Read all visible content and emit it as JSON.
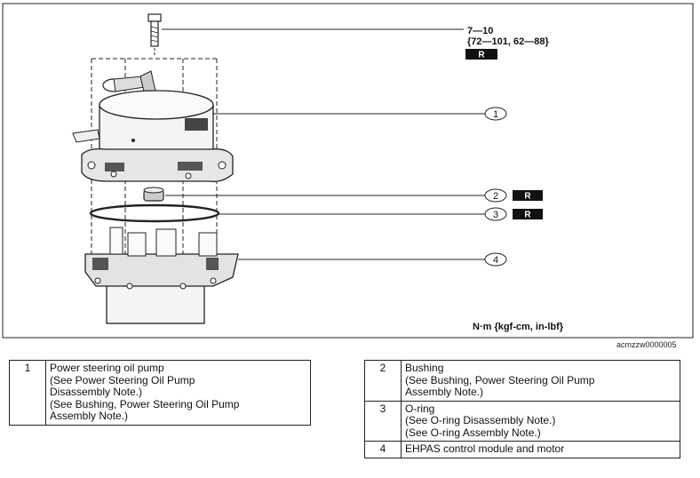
{
  "torque": {
    "value_nm": "7—10",
    "value_alt": "{72—101, 62—88}",
    "replace_mark": "R"
  },
  "units_note": "N·m {kgf-cm, in-lbf}",
  "figure_id": "acmzzw0000005",
  "callouts": [
    {
      "number": "1"
    },
    {
      "number": "2",
      "mark": "R"
    },
    {
      "number": "3",
      "mark": "R"
    },
    {
      "number": "4"
    }
  ],
  "legend_left": [
    {
      "number": "1",
      "lines": [
        "Power steering oil pump",
        "(See Power Steering Oil Pump",
        "Disassembly Note.)",
        "(See Bushing, Power Steering Oil Pump",
        "Assembly Note.)"
      ]
    }
  ],
  "legend_right": [
    {
      "number": "2",
      "lines": [
        "Bushing",
        "(See Bushing, Power Steering Oil Pump",
        "Assembly Note.)"
      ]
    },
    {
      "number": "3",
      "lines": [
        "O-ring",
        "(See O-ring Disassembly Note.)",
        "(See O-ring Assembly Note.)"
      ]
    },
    {
      "number": "4",
      "lines": [
        "EHPAS control module and motor"
      ]
    }
  ]
}
